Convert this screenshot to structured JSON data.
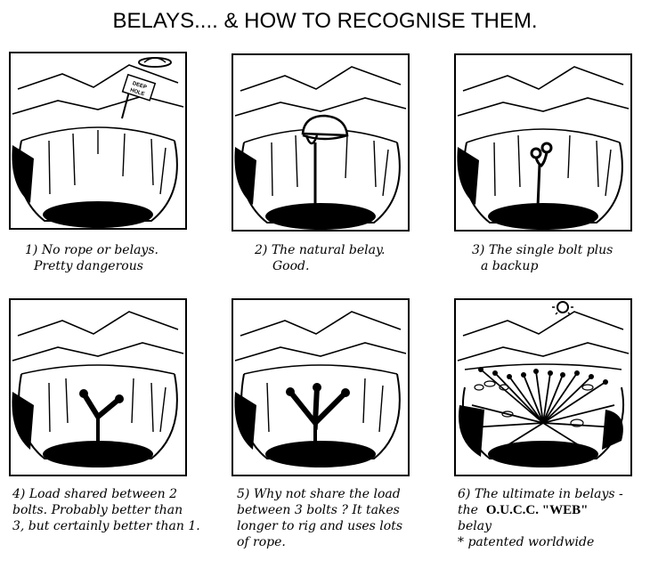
{
  "title": "BELAYS.... & HOW TO RECOGNISE THEM.",
  "sign_text": "DEEP HOLE",
  "panels": [
    {
      "lines": [
        "1) No rope or belays.",
        "Pretty dangerous"
      ]
    },
    {
      "lines": [
        "2) The natural belay.",
        "Good."
      ]
    },
    {
      "lines": [
        "3) The single bolt plus",
        "a backup"
      ]
    },
    {
      "lines": [
        "4) Load shared between 2",
        "bolts. Probably better than",
        "3, but certainly better than 1."
      ]
    },
    {
      "lines": [
        "5) Why not share the load",
        "between 3 bolts ? It takes",
        "longer to rig and uses lots",
        "of rope."
      ]
    },
    {
      "lines_before": "6) The ultimate in belays -",
      "prefix": "the",
      "strong": "O.U.C.C. \"WEB\"",
      "lines_after": [
        "belay",
        "* patented worldwide"
      ]
    }
  ]
}
